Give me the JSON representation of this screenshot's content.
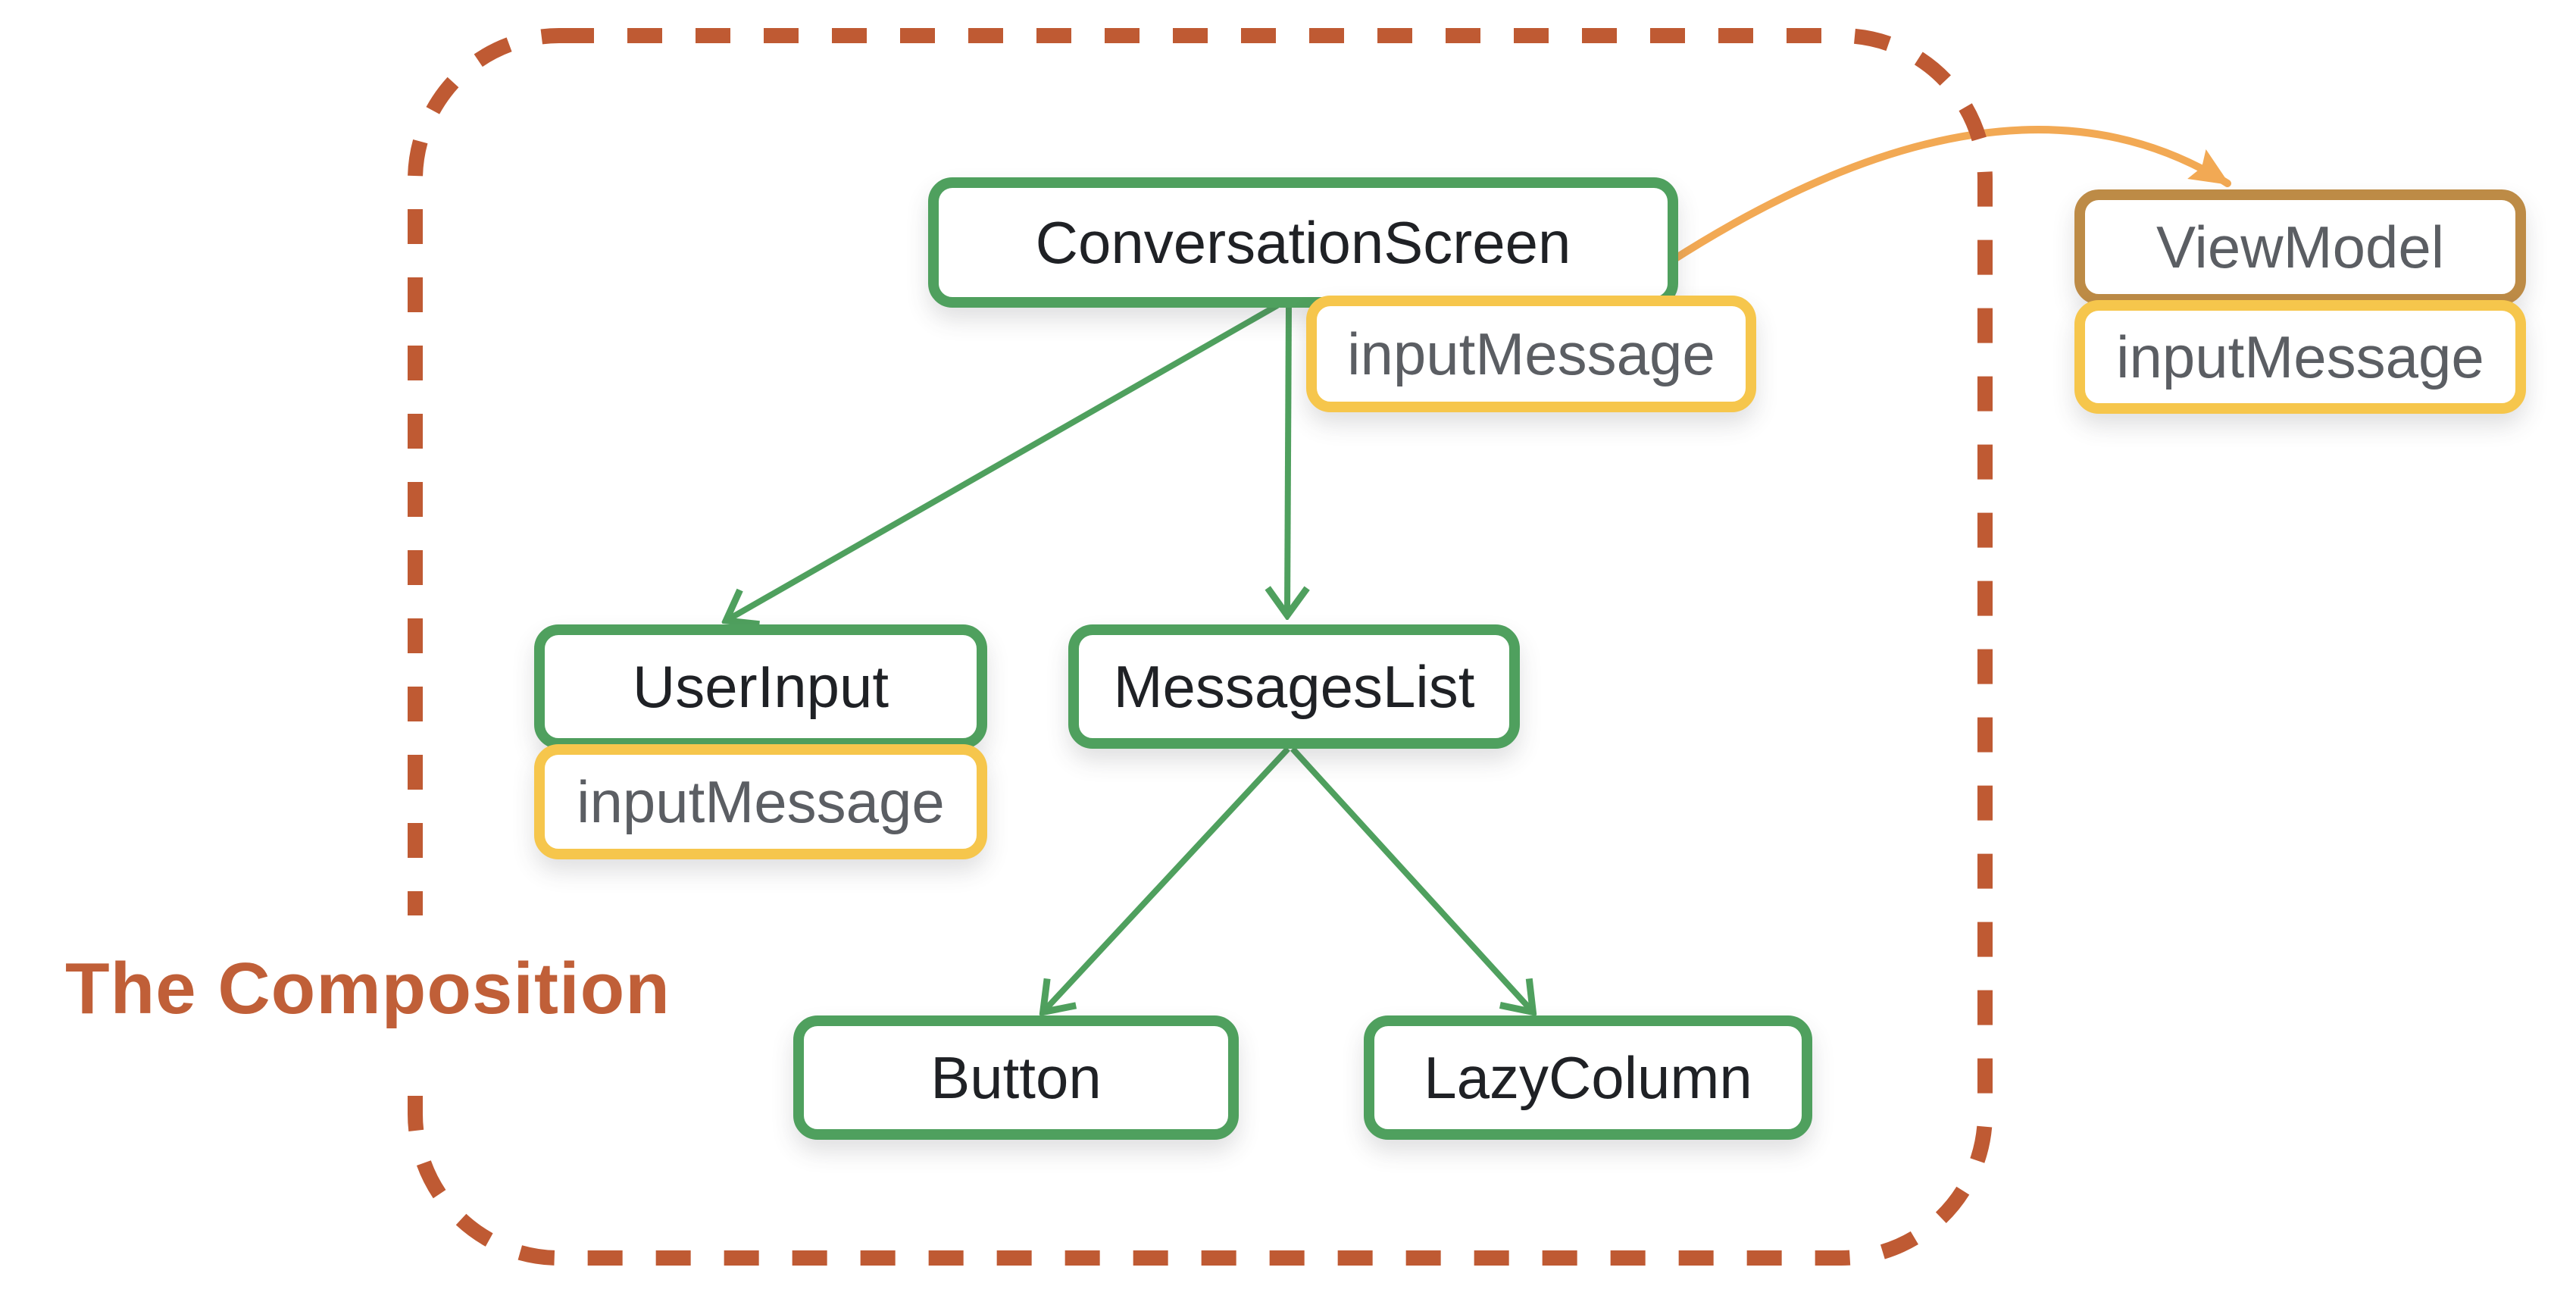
{
  "diagram_title": "The Composition",
  "nodes": {
    "conversation_screen": "ConversationScreen",
    "conversation_screen_state": "inputMessage",
    "view_model": "ViewModel",
    "view_model_state": "inputMessage",
    "user_input": "UserInput",
    "user_input_state": "inputMessage",
    "messages_list": "MessagesList",
    "button": "Button",
    "lazy_column": "LazyColumn"
  },
  "edges": [
    {
      "from": "ConversationScreen",
      "to": "UserInput",
      "type": "composes"
    },
    {
      "from": "ConversationScreen",
      "to": "MessagesList",
      "type": "composes"
    },
    {
      "from": "MessagesList",
      "to": "Button",
      "type": "composes"
    },
    {
      "from": "MessagesList",
      "to": "LazyColumn",
      "type": "composes"
    },
    {
      "from": "ConversationScreen",
      "to": "ViewModel",
      "type": "state-hoisted-reference"
    }
  ],
  "colors": {
    "green": "#4fa05e",
    "yellow": "#f6c64c",
    "brown": "#bd8b46",
    "orange": "#f2a954",
    "rust": "#bf5a33",
    "title": "#c05f38",
    "gray": "#5b5e63",
    "black": "#1f2125"
  }
}
